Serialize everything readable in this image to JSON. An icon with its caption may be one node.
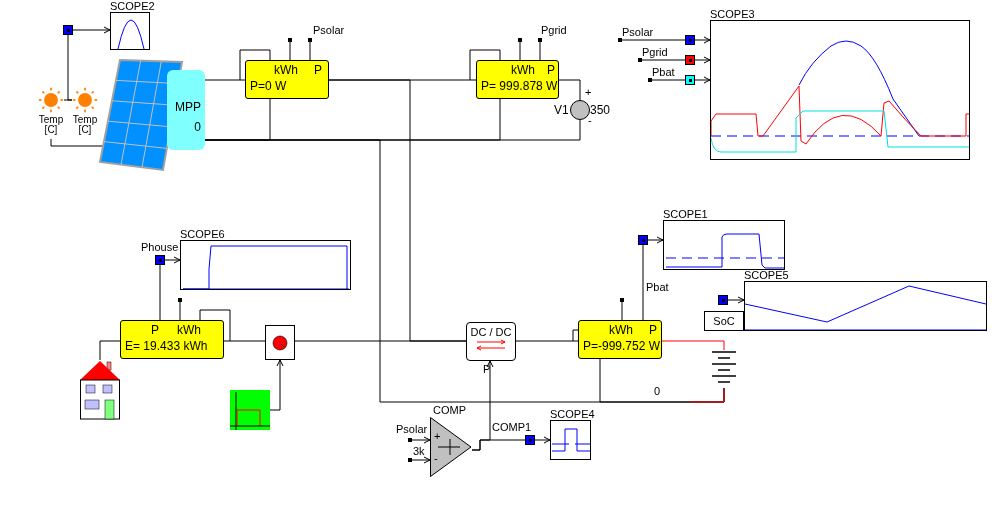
{
  "diagram": {
    "nodes": [
      {
        "text": [
          "SCOPE2"
        ]
      },
      {
        "text": [],
        "shape": "box"
      },
      {
        "text": [
          "Temp [C]"
        ]
      },
      {
        "text": [
          "Temp [C]"
        ]
      },
      {
        "text": [
          "MPP",
          "0"
        ]
      },
      {
        "text": [
          "kWh",
          "P",
          "P=0 W"
        ]
      },
      {
        "text": [
          "kWh",
          "P",
          "P= 999.878 W"
        ]
      },
      {
        "text": [
          "V1",
          "350"
        ]
      },
      {
        "text": [
          "SCOPE3"
        ]
      },
      {
        "text": [],
        "shape": "box"
      },
      {
        "text": [],
        "shape": "box"
      },
      {
        "text": [],
        "shape": "box"
      },
      {
        "text": [
          "SCOPE6"
        ]
      },
      {
        "text": [],
        "shape": "box"
      },
      {
        "text": [
          "P",
          "kWh",
          "E= 19.433 kWh"
        ]
      },
      {
        "text": [],
        "shape": "picture"
      },
      {
        "text": [],
        "shape": "box"
      },
      {
        "text": [],
        "shape": "picture"
      },
      {
        "text": [
          "DC / DC"
        ],
        "beside": [
          "P"
        ]
      },
      {
        "text": [
          "kWh",
          "P",
          "P=-999.752 W"
        ]
      },
      {
        "text": [],
        "shape": "picture"
      },
      {
        "text": [
          "SCOPE1"
        ]
      },
      {
        "text": [],
        "shape": "box"
      },
      {
        "text": [
          "SCOPE5"
        ]
      },
      {
        "text": [
          "SoC"
        ]
      },
      {
        "text": [],
        "shape": "box"
      },
      {
        "text": [
          "COMP"
        ]
      },
      {
        "text": [],
        "shape": "box"
      },
      {
        "text": [
          "SCOPE4"
        ]
      }
    ],
    "edges": [
      {
        "from": 1,
        "to": 0,
        "arrow": "to"
      },
      {
        "from": 2,
        "to": 3,
        "arrow": "none"
      },
      {
        "from": 1,
        "to": 3,
        "arrow": "none"
      },
      {
        "from": 2,
        "to": 4,
        "arrow": "none"
      },
      {
        "from": 4,
        "to": 5,
        "arrow": "none"
      },
      {
        "from": 5,
        "to": 6,
        "arrow": "none"
      },
      {
        "from": 6,
        "to": 7,
        "arrow": "none"
      },
      {
        "from": 7,
        "to": 4,
        "arrow": "none"
      },
      {
        "from": 14,
        "to": 16,
        "arrow": "none"
      },
      {
        "from": 16,
        "to": 18,
        "arrow": "none"
      },
      {
        "from": 18,
        "to": 19,
        "arrow": "none"
      },
      {
        "from": 19,
        "to": 20,
        "arrow": "none",
        "color": "#ff0000"
      },
      {
        "from": 14,
        "to": 15,
        "arrow": "none"
      },
      {
        "from": 17,
        "to": 16,
        "arrow": "to"
      },
      {
        "from": 13,
        "to": 12,
        "arrow": "to"
      },
      {
        "from": 14,
        "to": 13,
        "arrow": "none"
      },
      {
        "from": 19,
        "to": 22,
        "arrow": "none",
        "label": "Pbat"
      },
      {
        "from": 22,
        "to": 21,
        "arrow": "to"
      },
      {
        "from": 25,
        "to": 23,
        "arrow": "to"
      },
      {
        "from": 26,
        "to": 27,
        "arrow": "none",
        "label": "COMP1"
      },
      {
        "from": 27,
        "to": 28,
        "arrow": "to"
      },
      {
        "from": 26,
        "to": 18,
        "arrow": "to"
      },
      {
        "from": 9,
        "to": 8,
        "arrow": "to"
      },
      {
        "from": 10,
        "to": 8,
        "arrow": "to"
      },
      {
        "from": 11,
        "to": 8,
        "arrow": "to"
      },
      {
        "from": null,
        "to": 26,
        "arrow": "to",
        "label": "Psolar"
      },
      {
        "from": null,
        "to": 26,
        "arrow": "to",
        "label": "3k"
      },
      {
        "from": null,
        "to": 9,
        "arrow": "other",
        "label": "Psolar"
      },
      {
        "from": null,
        "to": 10,
        "arrow": "other",
        "label": "Pgrid"
      },
      {
        "from": null,
        "to": 11,
        "arrow": "other",
        "label": "Pbat"
      },
      {
        "from": 5,
        "to": 4,
        "arrow": "none"
      },
      {
        "from": 6,
        "to": 4,
        "arrow": "none"
      },
      {
        "from": 19,
        "to": 20,
        "arrow": "none"
      },
      {
        "from": 5,
        "to": 18,
        "arrow": "none"
      },
      {
        "from": 4,
        "to": 20,
        "arrow": "none"
      }
    ],
    "labels": [
      "Psolar",
      "Pgrid",
      "+",
      "-",
      "Phouse",
      "0",
      "+",
      "-"
    ]
  }
}
